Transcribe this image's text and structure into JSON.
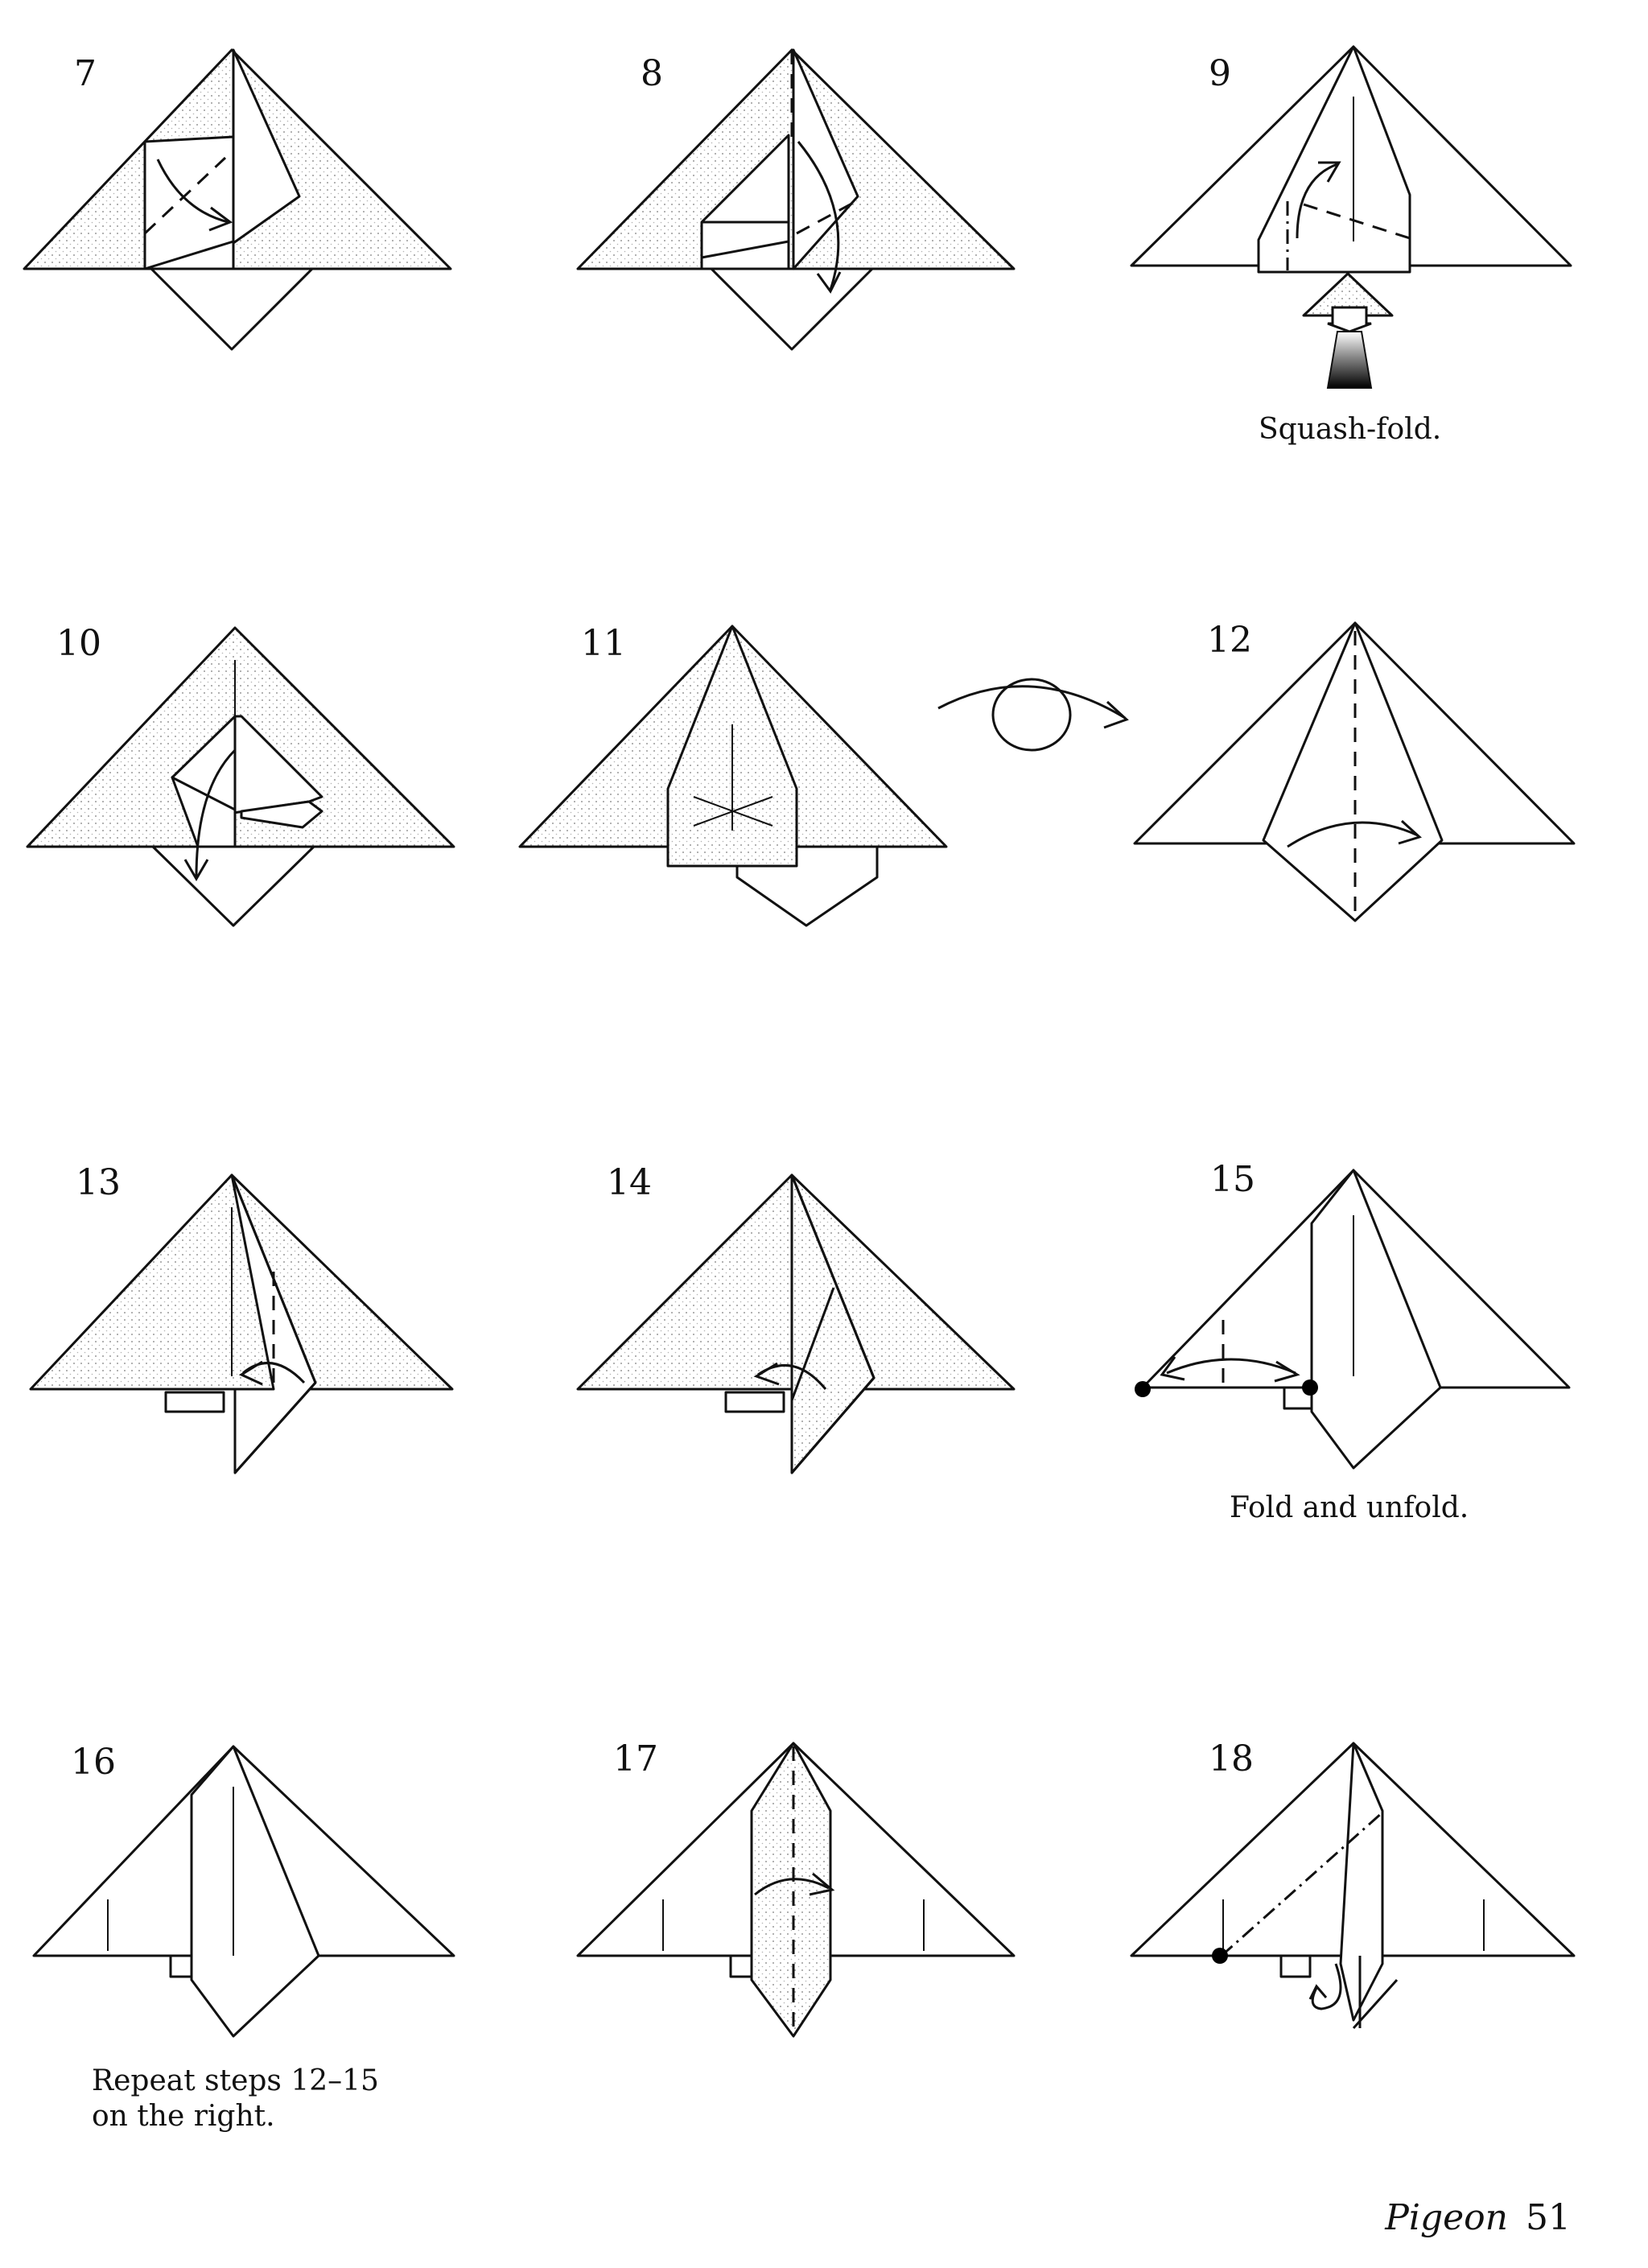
{
  "steps": [
    {
      "number": "7"
    },
    {
      "number": "8"
    },
    {
      "number": "9",
      "caption": "Squash-fold."
    },
    {
      "number": "10"
    },
    {
      "number": "11"
    },
    {
      "number": "12"
    },
    {
      "number": "13"
    },
    {
      "number": "14"
    },
    {
      "number": "15",
      "caption": "Fold and unfold."
    },
    {
      "number": "16",
      "caption": "Repeat steps 12–15\non the right."
    },
    {
      "number": "17"
    },
    {
      "number": "18"
    }
  ],
  "footer": {
    "title": "Pigeon",
    "page_number": "51"
  }
}
